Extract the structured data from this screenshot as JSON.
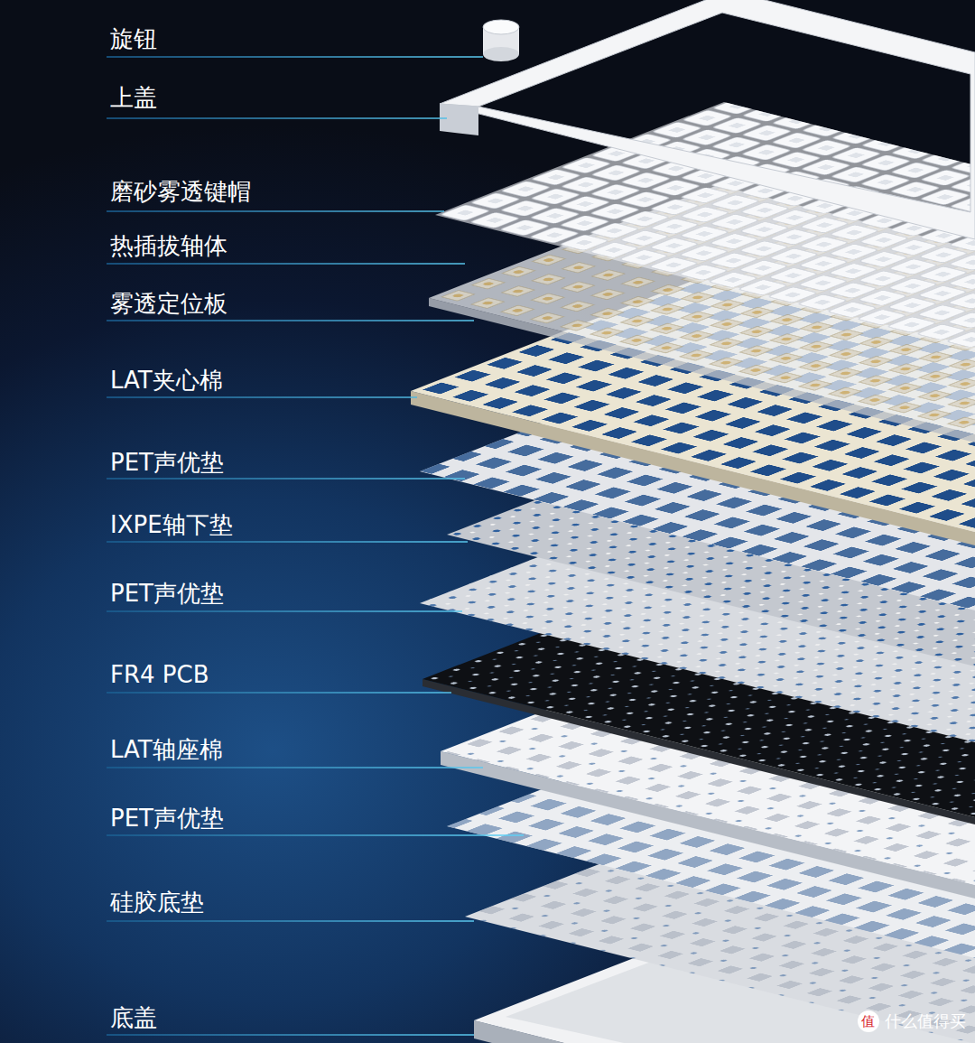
{
  "diagram": {
    "labels": [
      "旋钮",
      "上盖",
      "磨砂雾透键帽",
      "热插拔轴体",
      "雾透定位板",
      "LAT夹心棉",
      "PET声优垫",
      "IXPE轴下垫",
      "PET声优垫",
      "FR4 PCB",
      "LAT轴座棉",
      "PET声优垫",
      "硅胶底垫",
      "底盖",
      "值",
      "什么值得买"
    ]
  }
}
